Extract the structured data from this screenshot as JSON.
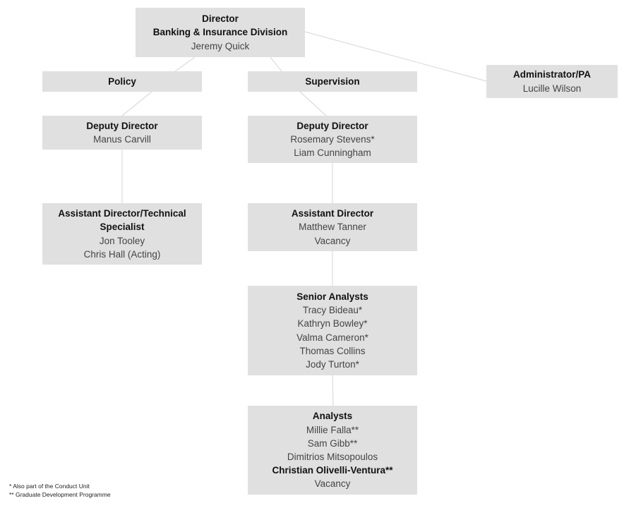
{
  "director": {
    "title": "Director",
    "division": "Banking & Insurance Division",
    "name": "Jeremy Quick"
  },
  "policy": {
    "label": "Policy"
  },
  "supervision": {
    "label": "Supervision"
  },
  "admin": {
    "title": "Administrator/PA",
    "name": "Lucille Wilson"
  },
  "deputy_policy": {
    "title": "Deputy Director",
    "names": [
      "Manus Carvill"
    ]
  },
  "deputy_supervision": {
    "title": "Deputy Director",
    "names": [
      "Rosemary Stevens*",
      "Liam Cunningham"
    ]
  },
  "assistant_policy": {
    "title_line1": "Assistant Director/Technical",
    "title_line2": "Specialist",
    "names": [
      "Jon Tooley",
      "Chris Hall (Acting)"
    ]
  },
  "assistant_supervision": {
    "title": "Assistant Director",
    "names": [
      "Matthew Tanner",
      "Vacancy"
    ]
  },
  "senior_analysts": {
    "title": "Senior Analysts",
    "names": [
      "Tracy Bideau*",
      "Kathryn Bowley*",
      "Valma Cameron*",
      "Thomas Collins",
      "Jody Turton*"
    ]
  },
  "analysts": {
    "title": "Analysts",
    "names": [
      "Millie Falla**",
      "Sam Gibb**",
      "Dimitrios Mitsopoulos",
      "Christian Olivelli-Ventura**",
      "Vacancy"
    ]
  },
  "footnotes": [
    "* Also part of the Conduct Unit",
    "** Graduate Development Programme"
  ],
  "colors": {
    "box_fill": "#e0e0e0",
    "connector": "#dcdcdc",
    "text_title": "#111111",
    "text_name": "#444444"
  }
}
